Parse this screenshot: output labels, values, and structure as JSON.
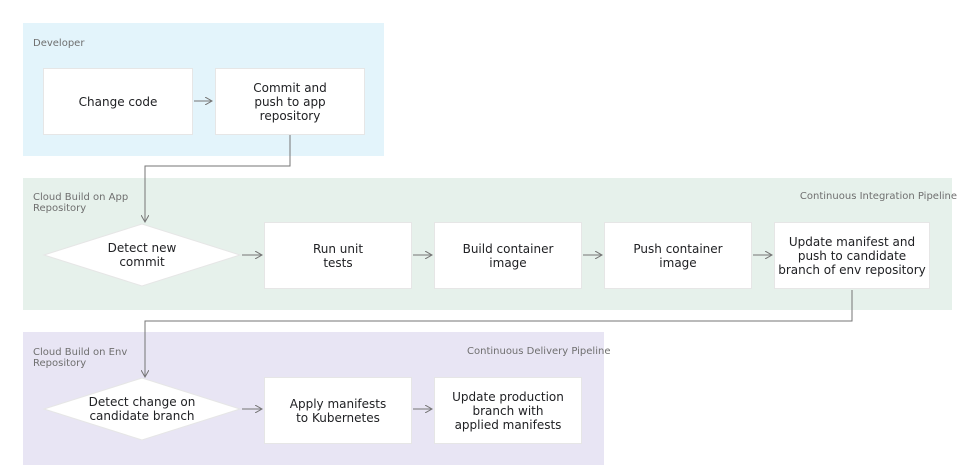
{
  "lanes": {
    "developer": {
      "label": "Developer",
      "color": "#e3f4fb"
    },
    "app": {
      "label": "Cloud Build on App\nRepository",
      "pipeline": "Continuous Integration Pipeline",
      "color": "#e6f1eb"
    },
    "env": {
      "label": "Cloud Build on Env\nRepository",
      "pipeline": "Continuous Delivery Pipeline",
      "color": "#e8e5f4"
    }
  },
  "steps": {
    "change_code": "Change code",
    "commit_push": "Commit and\npush to app\nrepository",
    "detect_commit": "Detect new\ncommit",
    "run_tests": "Run unit\ntests",
    "build_image": "Build container\nimage",
    "push_image": "Push container\nimage",
    "update_manifest": "Update manifest and\npush to candidate\nbranch of env repository",
    "detect_change": "Detect change on\ncandidate branch",
    "apply_manifests": "Apply manifests\nto Kubernetes",
    "update_production": "Update production\nbranch with\napplied manifests"
  },
  "colors": {
    "connector": "#757575",
    "box_border": "#e6e6e6"
  }
}
